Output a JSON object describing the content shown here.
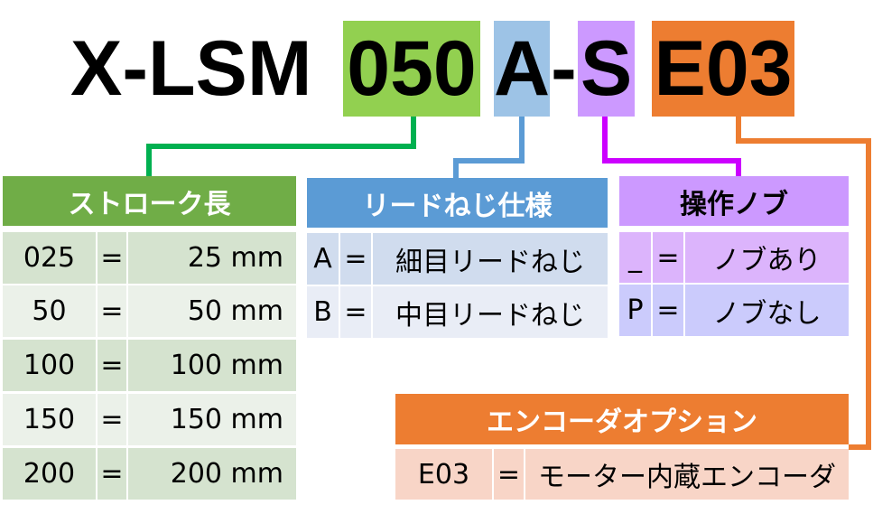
{
  "code": {
    "prefix": "X-LSM",
    "stroke": "050",
    "lead": "A",
    "dash": "-",
    "knob": "S",
    "encoder": "E03"
  },
  "colors": {
    "green": "#70ad47",
    "blue": "#5b9bd5",
    "purple": "#cc99ff",
    "orange": "#ed7d31",
    "green_line": "#00b050",
    "purple_line": "#cc00ff"
  },
  "stroke_table": {
    "title": "ストローク長",
    "rows": [
      {
        "code": "025",
        "eq": "=",
        "value": "25 mm"
      },
      {
        "code": "50",
        "eq": "=",
        "value": "50 mm"
      },
      {
        "code": "100",
        "eq": "=",
        "value": "100 mm"
      },
      {
        "code": "150",
        "eq": "=",
        "value": "150 mm"
      },
      {
        "code": "200",
        "eq": "=",
        "value": "200 mm"
      }
    ]
  },
  "lead_table": {
    "title": "リードねじ仕様",
    "rows": [
      {
        "code": "A",
        "eq": "=",
        "value": "細目リードねじ"
      },
      {
        "code": "B",
        "eq": "=",
        "value": "中目リードねじ"
      }
    ]
  },
  "knob_table": {
    "title": "操作ノブ",
    "rows": [
      {
        "code": "_",
        "eq": "=",
        "value": "ノブあり"
      },
      {
        "code": "P",
        "eq": "=",
        "value": "ノブなし"
      }
    ]
  },
  "encoder_table": {
    "title": "エンコーダオプション",
    "rows": [
      {
        "code": "E03",
        "eq": "=",
        "value": "モーター内蔵エンコーダ"
      }
    ]
  }
}
